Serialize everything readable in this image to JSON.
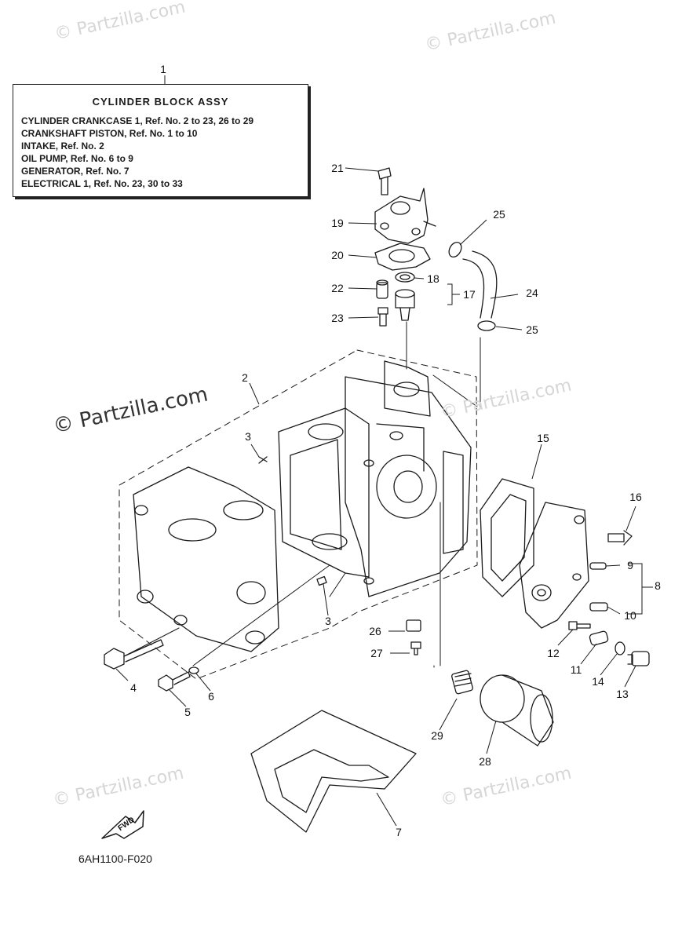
{
  "watermarks": [
    "© Partzilla.com",
    "© Partzilla.com",
    "© Partzilla.com",
    "© Partzilla.com",
    "© Partzilla.com",
    "© Partzilla.com"
  ],
  "legend": {
    "ref_number": "1",
    "title": "CYLINDER BLOCK ASSY",
    "lines": [
      "CYLINDER CRANKCASE 1,  Ref. No. 2 to 23,  26 to 29",
      "CRANKSHAFT PISTON,  Ref. No. 1 to 10",
      "INTAKE,  Ref. No. 2",
      "OIL PUMP,  Ref. No. 6 to 9",
      "GENERATOR,  Ref. No. 7",
      "ELECTRICAL 1,  Ref. No. 23, 30 to 33"
    ]
  },
  "callouts": [
    "21",
    "19",
    "20",
    "22",
    "23",
    "18",
    "17",
    "25",
    "24",
    "25",
    "2",
    "3",
    "15",
    "16",
    "9",
    "8",
    "10",
    "3",
    "26",
    "27",
    "12",
    "11",
    "14",
    "13",
    "4",
    "6",
    "5",
    "29",
    "28",
    "7"
  ],
  "fwd_label": "FWD",
  "diagram_code": "6AH1100-F020"
}
